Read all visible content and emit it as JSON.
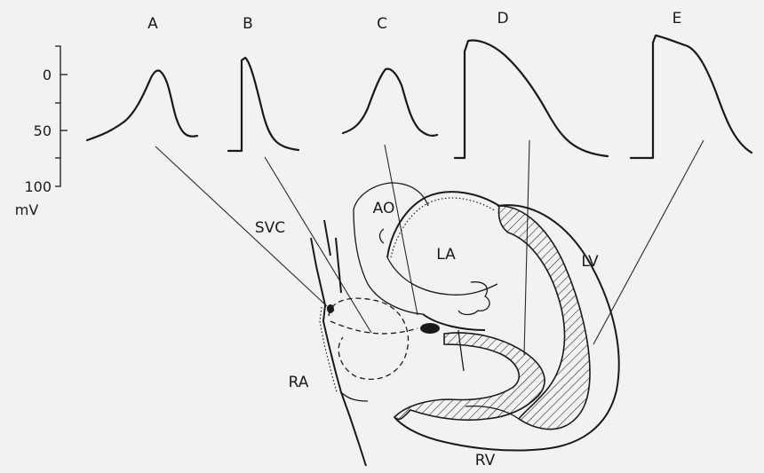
{
  "waveforms": [
    {
      "id": "A",
      "label": "A"
    },
    {
      "id": "B",
      "label": "B"
    },
    {
      "id": "C",
      "label": "C"
    },
    {
      "id": "D",
      "label": "D"
    },
    {
      "id": "E",
      "label": "E"
    }
  ],
  "scale": {
    "ticks": [
      "0",
      "50",
      "100"
    ],
    "unit": "mV"
  },
  "anatomy": {
    "svc": "SVC",
    "ao": "AO",
    "la": "LA",
    "lv": "LV",
    "ra": "RA",
    "rv": "RV"
  }
}
